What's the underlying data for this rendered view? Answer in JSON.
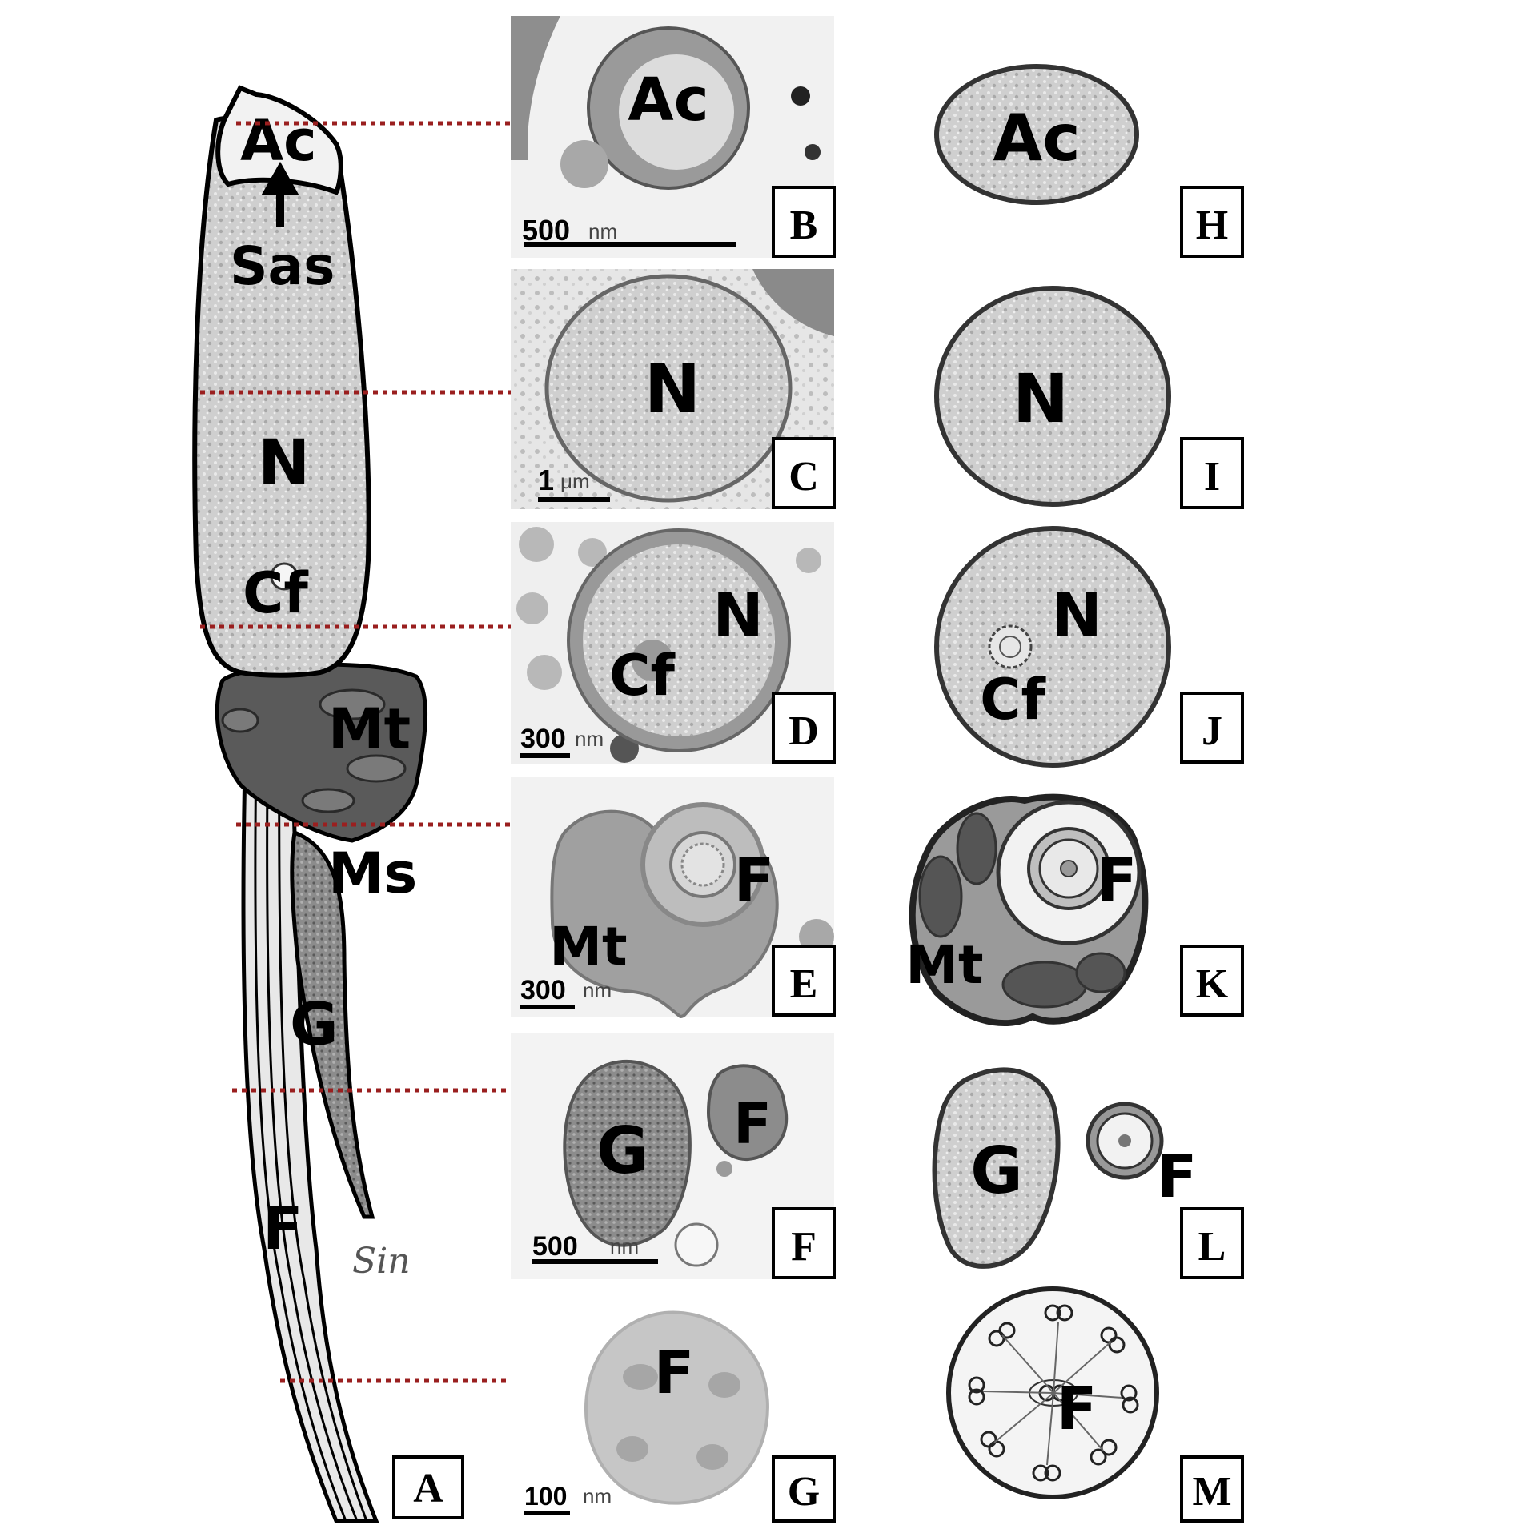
{
  "panels": {
    "A": {
      "letter": "A",
      "labels": {
        "ac": "Ac",
        "sas": "Sas",
        "n": "N",
        "cf": "Cf",
        "mt": "Mt",
        "ms": "Ms",
        "g": "G",
        "f": "F"
      }
    },
    "B": {
      "letter": "B",
      "label": "Ac",
      "scale_value": "500",
      "scale_unit": "nm"
    },
    "C": {
      "letter": "C",
      "label": "N",
      "scale_value": "1",
      "scale_unit": "μm"
    },
    "D": {
      "letter": "D",
      "label_n": "N",
      "label_cf": "Cf",
      "scale_value": "300",
      "scale_unit": "nm"
    },
    "E": {
      "letter": "E",
      "label_f": "F",
      "label_mt": "Mt",
      "scale_value": "300",
      "scale_unit": "nm"
    },
    "F": {
      "letter": "F",
      "label_g": "G",
      "label_f": "F",
      "scale_value": "500",
      "scale_unit": "nm"
    },
    "G": {
      "letter": "G",
      "label": "F",
      "scale_value": "100",
      "scale_unit": "nm"
    },
    "H": {
      "letter": "H",
      "label": "Ac"
    },
    "I": {
      "letter": "I",
      "label": "N"
    },
    "J": {
      "letter": "J",
      "label_n": "N",
      "label_cf": "Cf"
    },
    "K": {
      "letter": "K",
      "label_f": "F",
      "label_mt": "Mt"
    },
    "L": {
      "letter": "L",
      "label_g": "G",
      "label_f": "F"
    },
    "M": {
      "letter": "M",
      "label": "F"
    }
  },
  "signature": "Sin",
  "colors": {
    "guide_line": "#9a1f1f",
    "head_fill": "#cfcfcf",
    "mito_dark": "#4a4a4a",
    "tem_bg": "#e6e6e6"
  }
}
